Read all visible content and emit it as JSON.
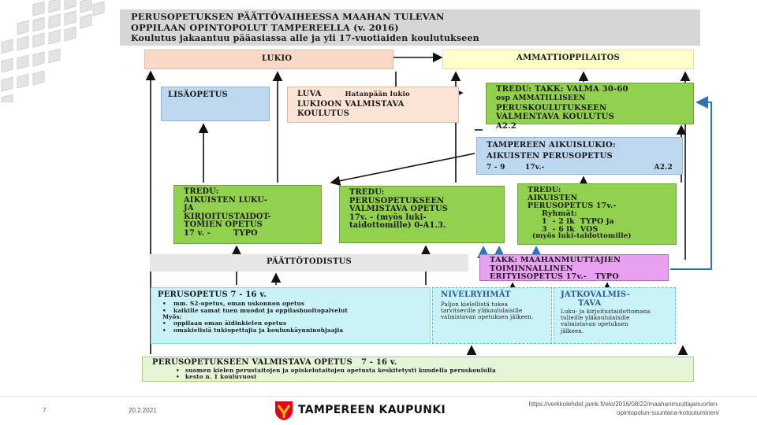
{
  "header": {
    "line1": "PERUSOPETUKSEN PÄÄTTÖVAIHEESSA MAAHAN TULEVAN",
    "line2": "OPPILAAN OPINTOPOLUT TAMPEREELLA (v. 2016)",
    "line3": "Koulutus jakaantuu pääasiassa alle ja yli 17-vuotiaiden koulutukseen"
  },
  "boxes": {
    "lukio": "LUKIO",
    "ammattioppilaitos": "AMMATTIOPPILAITOS",
    "lisaopetus": "LISÄOPETUS",
    "luva": {
      "title": "LUVA",
      "place": "Hatanpään lukio",
      "line2": "LUKIOON VALMISTAVA",
      "line3": "KOULUTUS"
    },
    "valma": {
      "line1": "TREDU: TAKK: VALMA 30-60",
      "line2": "osp AMMATILLISEEN",
      "line3": "PERUSKOULUTUKSEEN",
      "line4": "VALMENTAVA KOULUTUS",
      "line5": "A2.2"
    },
    "aikuislukio": {
      "line1": "TAMPEREEN AIKUISLUKIO:",
      "line2": "AIKUISTEN PERUSOPETUS",
      "line3a": "7 - 9",
      "line3b": "17v.-",
      "line3c": "A2.2"
    },
    "tredu1": {
      "line1": "TREDU:",
      "line2": "AIKUISTEN LUKU-",
      "line3": "JA",
      "line4": "KIRJOITUSTAIDOT-",
      "line5": "TOMIEN OPETUS",
      "line6": "17 v. -        TYPO"
    },
    "tredu2": {
      "line1": "TREDU:",
      "line2": "PERUSOPETUKSEEN",
      "line3": "VALMISTAVA OPETUS",
      "line4": "17v. - (myös luki-",
      "line5": "taidottomille) 0-A1.3."
    },
    "tredu3": {
      "line1": "TREDU:",
      "line2": "AIKUISTEN",
      "line3": "PERUSOPETUS 17v.-",
      "line4": "Ryhmät:",
      "line5": "1  - 2 lk  TYPO ja",
      "line6": "3  - 6 lk  VOS",
      "line7": "(myös luki-taidottomille)"
    },
    "paattotodistus": "PÄÄTTÖTODISTUS",
    "takk": {
      "line1": "TAKK: MAAHANMUUTTAJIEN",
      "line2": "TOIMINNALLINEN",
      "line3": "ERITYISOPETUS 17v.-   TYPO"
    },
    "perusopetus": {
      "title": "PERUSOPETUS 7 - 16 v.",
      "bullets1": [
        "mm. S2-opetus, oman uskonnon opetus",
        "kaikille samat tuen muodot ja oppilashuoltopalvelut"
      ],
      "myos": "Myös:",
      "bullets2": [
        "oppilaan oman äidinkielen opetus",
        "omakielisiä tukiopettajia ja koulunkäynninohjaajia"
      ]
    },
    "nivelryhmat": {
      "title": "NIVELRYHMÄT",
      "text": "Paljon kielellistä tukea tarvitseville yläkoululaisille valmistavan opetuksen jälkeen."
    },
    "jatkovalmistava": {
      "title1": "JATKOVALMIS-",
      "title2": "TAVA",
      "text": "Luku- ja kirjoitustaidottomana tulleille yläkoululaisille valmistavan opetuksen jälkeen."
    },
    "valmistava": {
      "title": "PERUSOPETUKSEEN VALMISTAVA OPETUS   7 - 16 v.",
      "bullets": [
        "suomen kielen perustaitojen ja opiskelutaitojen opetusta keskitetysti  kuudella peruskoululla",
        "kesto n. 1 kouluvuosi"
      ]
    }
  },
  "footer": {
    "page_number": "7",
    "date": "20.2.2021",
    "logo_text": "TAMPEREEN KAUPUNKI",
    "url_line1": "https://verkkolehdet.jamk.fi/elo/2016/08/22/maahanmuuttajanuorten-",
    "url_line2": "opintopolun-suuntana-kotoutuminen/"
  },
  "colors": {
    "header_bg": "#d6d6d6",
    "orange_light": "#f8d9c8",
    "yellow_light": "#ffffcc",
    "blue_light": "#bdd7ee",
    "green": "#92d050",
    "pink": "#e8a0f0",
    "cyan_light": "#c9f2f7",
    "green_light": "#e6f5d8",
    "blue_arrow": "#2e75b6"
  }
}
